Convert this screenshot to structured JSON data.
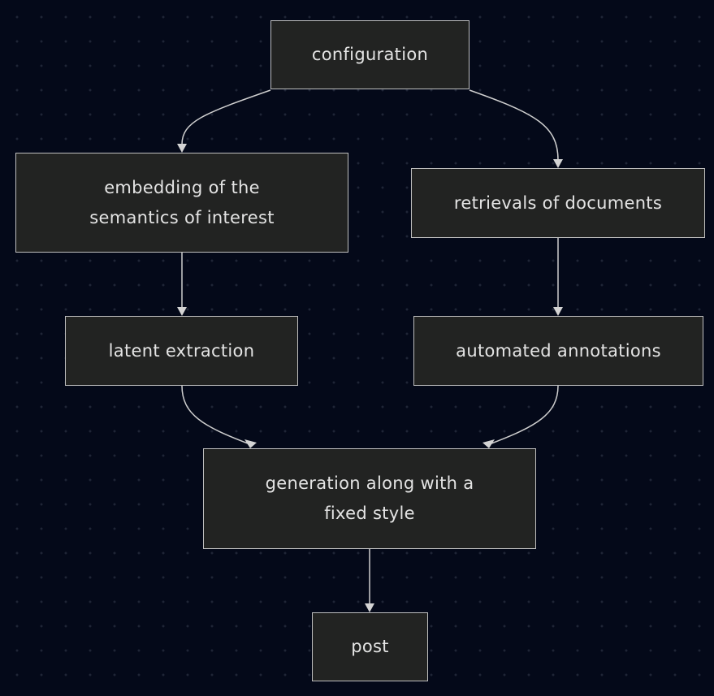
{
  "nodes": {
    "configuration": "configuration",
    "embedding": "embedding of the semantics of interest",
    "retrievals": "retrievals of documents",
    "latent": "latent extraction",
    "annotations": "automated annotations",
    "generation": "generation along with a fixed style",
    "post": "post"
  },
  "edges": [
    {
      "from": "configuration",
      "to": "embedding"
    },
    {
      "from": "configuration",
      "to": "retrievals"
    },
    {
      "from": "embedding",
      "to": "latent"
    },
    {
      "from": "retrievals",
      "to": "annotations"
    },
    {
      "from": "latent",
      "to": "generation"
    },
    {
      "from": "annotations",
      "to": "generation"
    },
    {
      "from": "generation",
      "to": "post"
    }
  ],
  "colors": {
    "background": "#040919",
    "node_fill": "#222322",
    "node_border": "#bfbfbf",
    "text": "#e4e4e4",
    "edge": "#cfcfcf"
  }
}
